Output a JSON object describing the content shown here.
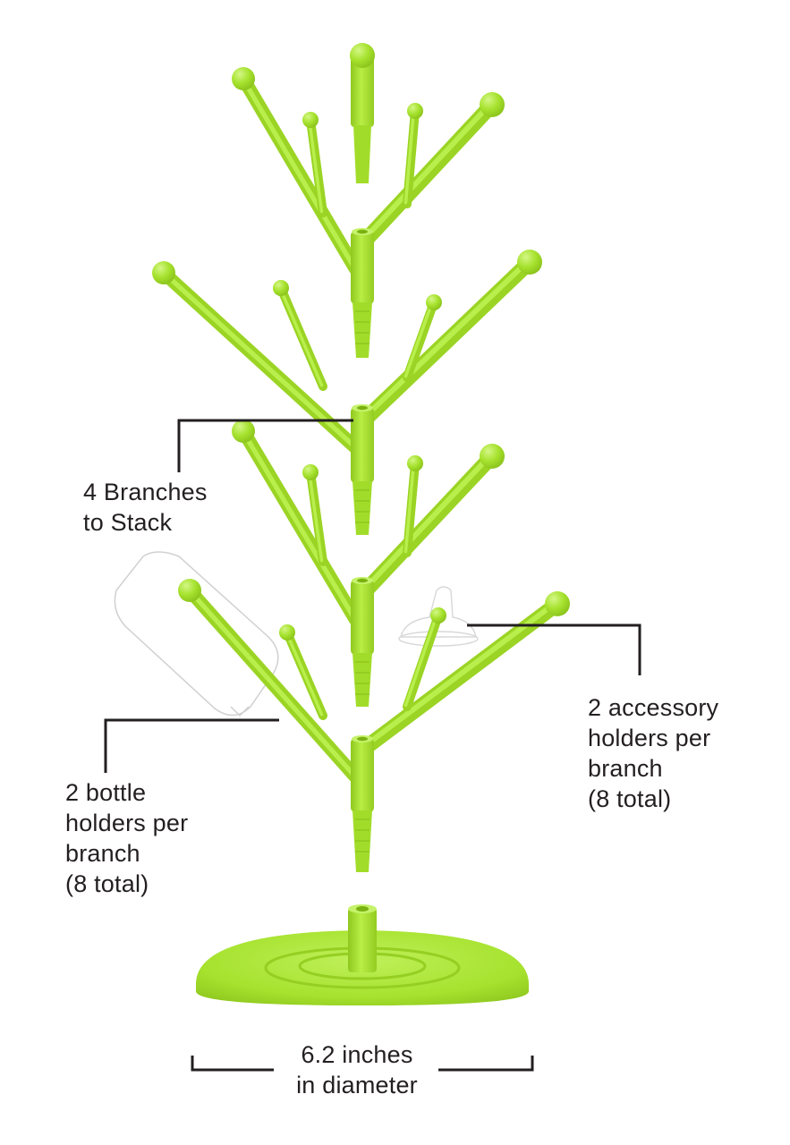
{
  "callouts": {
    "branches": [
      "4 Branches",
      "to Stack"
    ],
    "bottle_holders": [
      "2 bottle",
      "holders per",
      "branch",
      "(8 total)"
    ],
    "accessory_holders": [
      "2 accessory",
      "holders per",
      "branch",
      "(8 total)"
    ],
    "diameter": [
      "6.2 inches",
      "in diameter"
    ]
  },
  "colors": {
    "rack_green": "#a6e22e",
    "rack_green_dark": "#8fc81f",
    "rack_green_light": "#c5f26a",
    "leader_line": "#231f20",
    "text": "#231f20",
    "ghost_outline": "#d0d0d0"
  },
  "diagram": {
    "branch_count": 4,
    "bottle_holders_per_branch": 2,
    "accessory_holders_per_branch": 2
  }
}
